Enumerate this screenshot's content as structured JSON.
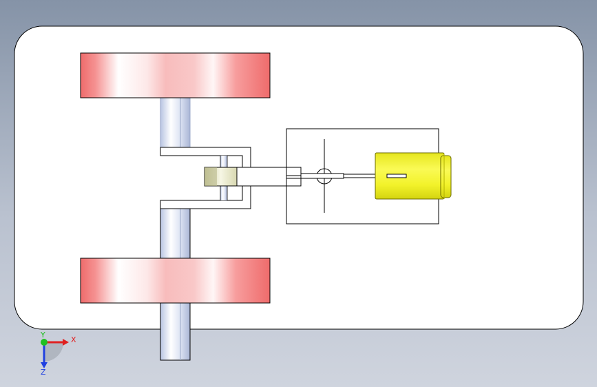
{
  "triad": {
    "x_label": "X",
    "y_label": "Y",
    "z_label": "Z",
    "x_color": "#e02020",
    "y_color": "#20c020",
    "z_color": "#2040e0"
  },
  "colors": {
    "plate_fill": "#ffffff",
    "wheel_red": "#ef6b6b",
    "wheel_pink": "#f9c3c3",
    "axle_blue": "#c9d3ea",
    "motor_yellow": "#f2f22a",
    "outline": "#000000"
  },
  "icons": {
    "triad": "coordinate-triad-icon"
  }
}
